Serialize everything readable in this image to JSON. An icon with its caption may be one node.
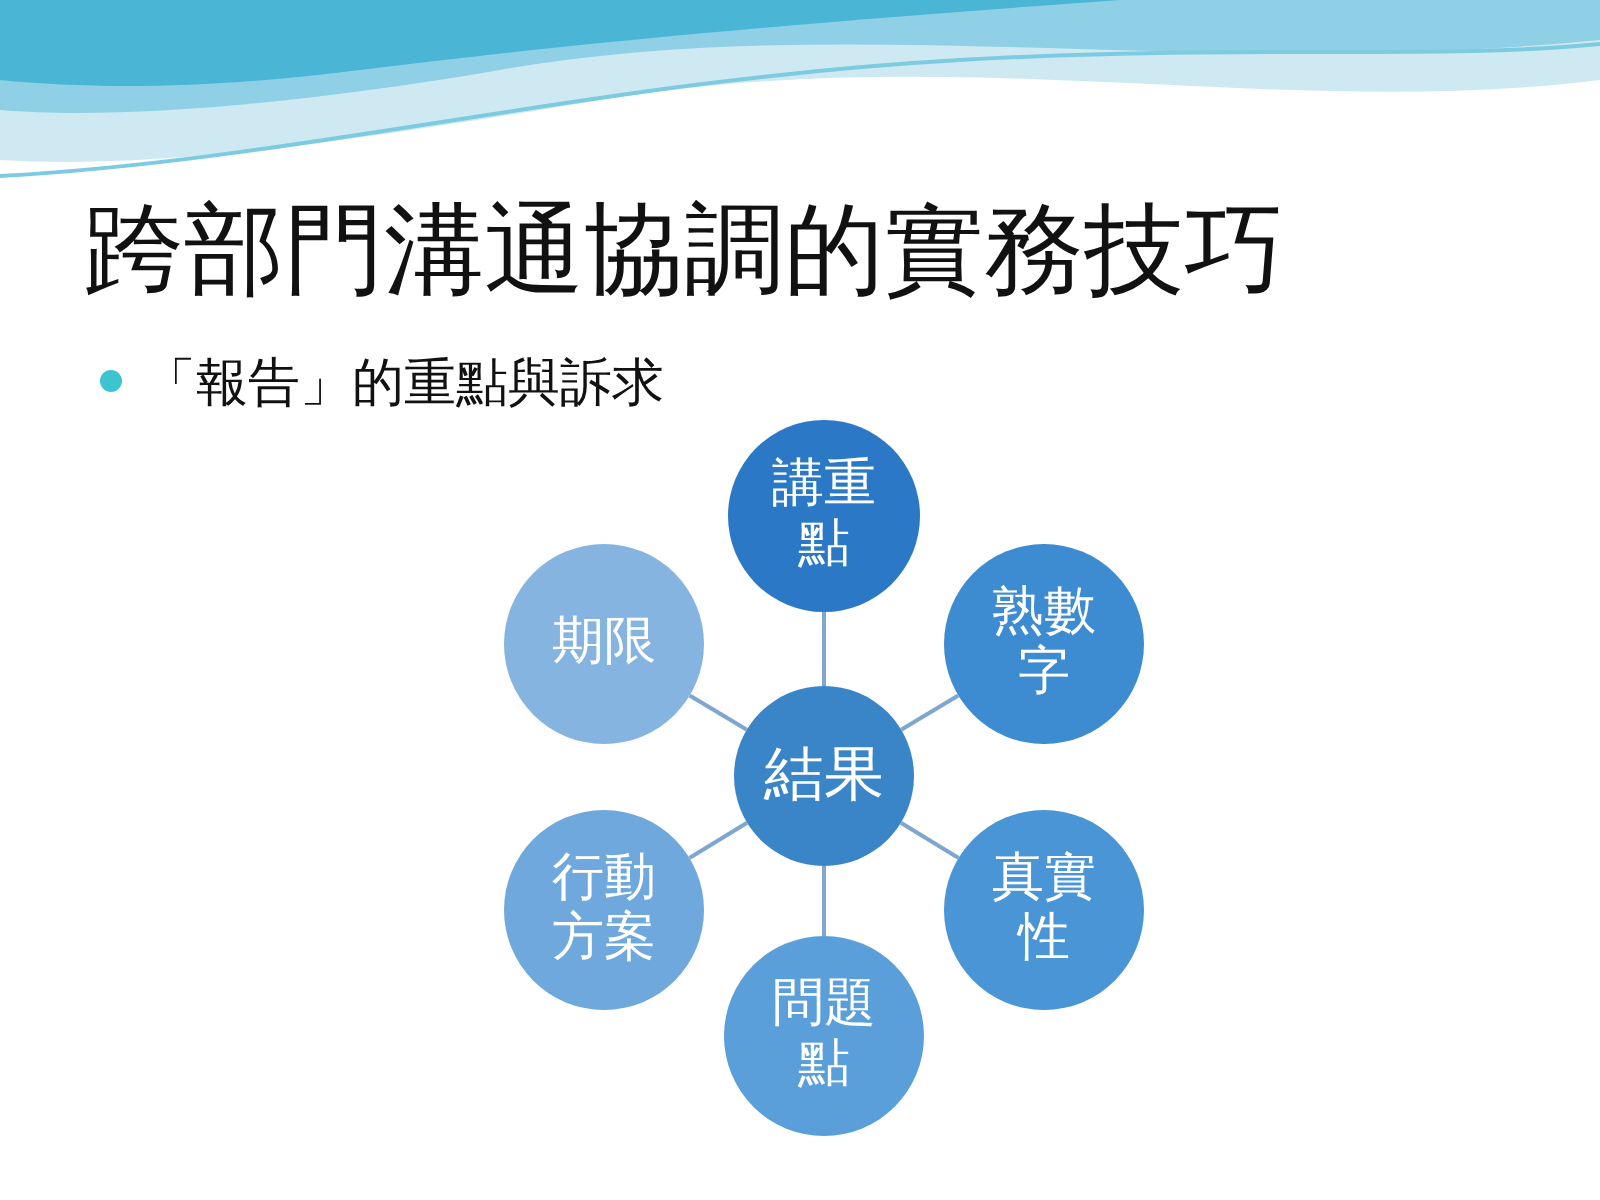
{
  "diagram": {
    "title": "跨部門溝通協調的實務技巧",
    "nodes": [
      {
        "text": [
          "講重點"
        ]
      },
      {
        "text": [
          "熟數字"
        ]
      },
      {
        "text": [
          "期限"
        ]
      },
      {
        "text": [
          "結果"
        ]
      },
      {
        "text": [
          "行動方案"
        ]
      },
      {
        "text": [
          "真實性"
        ]
      },
      {
        "text": [
          "問題點"
        ]
      }
    ],
    "edges": [
      {
        "from": 3,
        "to": 0,
        "arrow": "none"
      },
      {
        "from": 3,
        "to": 1,
        "arrow": "none"
      },
      {
        "from": 3,
        "to": 2,
        "arrow": "none"
      },
      {
        "from": 3,
        "to": 4,
        "arrow": "none"
      },
      {
        "from": 3,
        "to": 5,
        "arrow": "none"
      },
      {
        "from": 3,
        "to": 6,
        "arrow": "none"
      }
    ],
    "labels": [
      "「報告」的重點與訴求"
    ]
  }
}
